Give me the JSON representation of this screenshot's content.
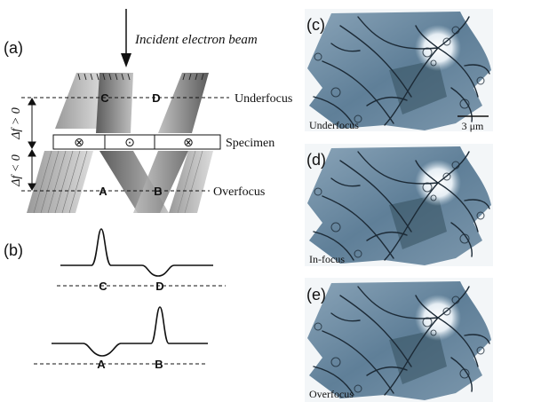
{
  "panels": {
    "a": "(a)",
    "b": "(b)",
    "c": "(c)",
    "d": "(d)",
    "e": "(e)"
  },
  "beam_label": "Incident electron beam",
  "plane_labels": {
    "underfocus": "Underfocus",
    "specimen": "Specimen",
    "overfocus": "Overfocus"
  },
  "defocus_labels": {
    "positive": "Δf > 0",
    "negative": "Δf < 0"
  },
  "points": {
    "A": "A",
    "B": "B",
    "C": "C",
    "D": "D"
  },
  "domain_symbols": {
    "into": "⊗",
    "out": "⊙"
  },
  "profiles": {
    "underfocus": {
      "peak_at": "C",
      "dip_at": "D"
    },
    "overfocus": {
      "dip_at": "A",
      "peak_at": "B"
    }
  },
  "micrographs": [
    {
      "panel": "(c)",
      "label": "Underfocus",
      "scale_bar": "3 μm"
    },
    {
      "panel": "(d)",
      "label": "In-focus"
    },
    {
      "panel": "(e)",
      "label": "Overfocus"
    }
  ],
  "colors": {
    "beam_dark": "#5a5a5a",
    "beam_light": "#bdbdbd",
    "micrograph_bg": "#f4f7f9",
    "domain_fill": "#6f8fa8",
    "wall_dark": "#1c2a36"
  }
}
